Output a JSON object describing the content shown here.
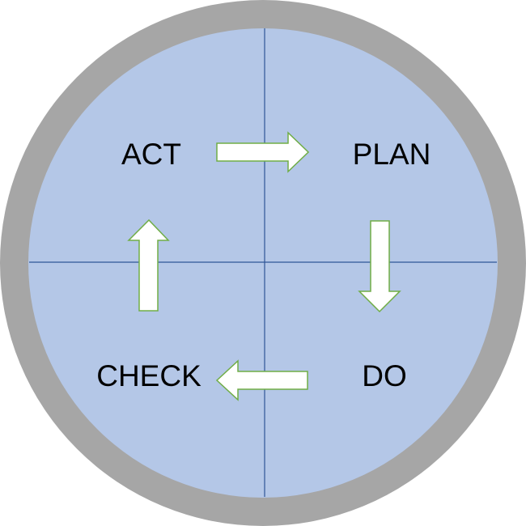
{
  "diagram": {
    "stages": {
      "act": "ACT",
      "plan": "PLAN",
      "do": "DO",
      "check": "CHECK"
    },
    "colors": {
      "outer_ring": "#a6a6a6",
      "inner_fill": "#b4c7e7",
      "divider_lines": "#2f5597",
      "arrow_fill": "#ffffff",
      "arrow_outline": "#70ad47",
      "label_text": "#000000"
    }
  }
}
